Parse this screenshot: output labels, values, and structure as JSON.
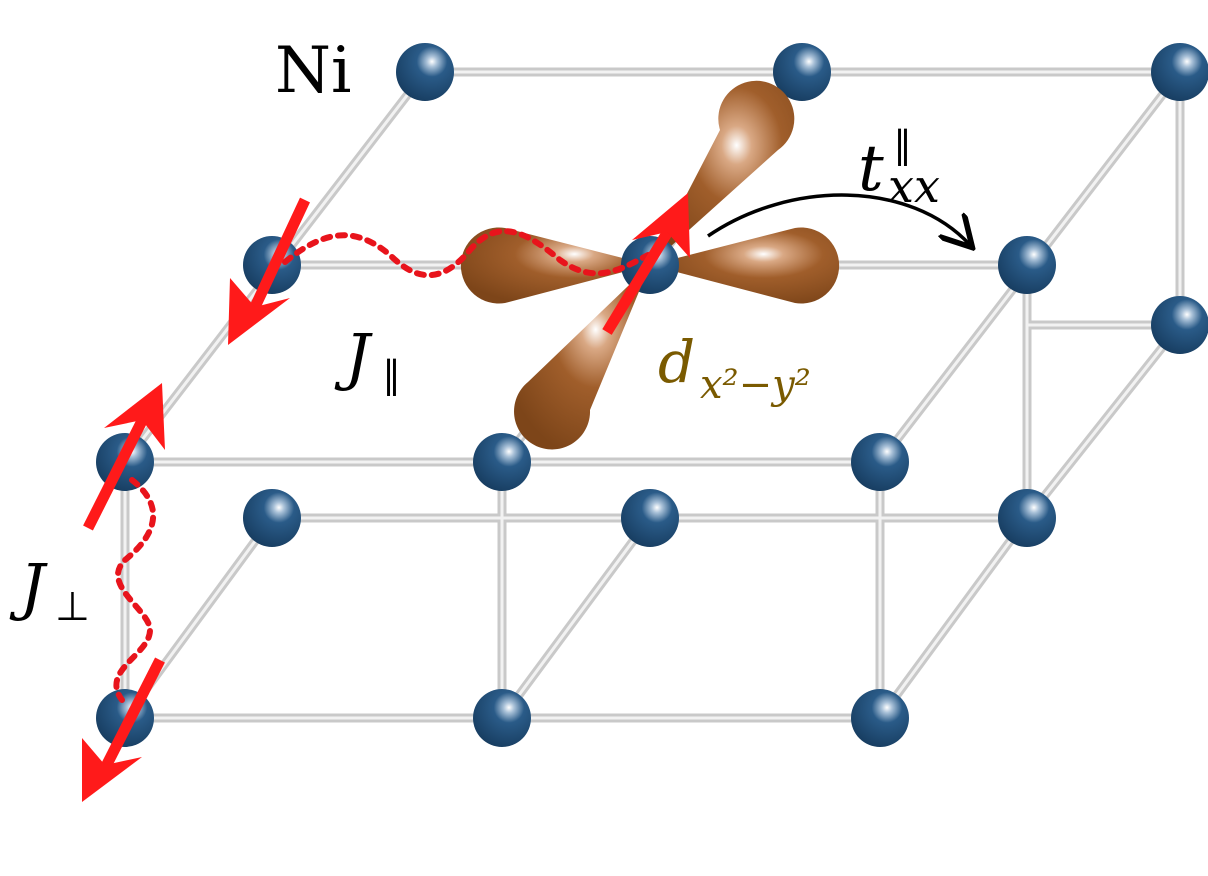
{
  "labels": {
    "element": "Ni",
    "j_parallel_main": "J",
    "j_parallel_sub": "∥",
    "j_perp_main": "J",
    "j_perp_sub": "⊥",
    "hop_main": "t",
    "hop_sub": "xx",
    "hop_sup": "∥",
    "orbital_main": "d",
    "orbital_sub": "x²−y²"
  },
  "colors": {
    "atom": "#1f4e79",
    "bond": "#c8c8c8",
    "spin_arrow": "#ff1a1a",
    "exchange_path": "#e8141c",
    "orbital": "#9c5a26",
    "orbital_label": "#7a5a00",
    "hop_arrow": "#000000"
  },
  "icons": {
    "atom": "sphere-icon",
    "spin": "arrow-icon",
    "orbital": "d-orbital-icon"
  }
}
